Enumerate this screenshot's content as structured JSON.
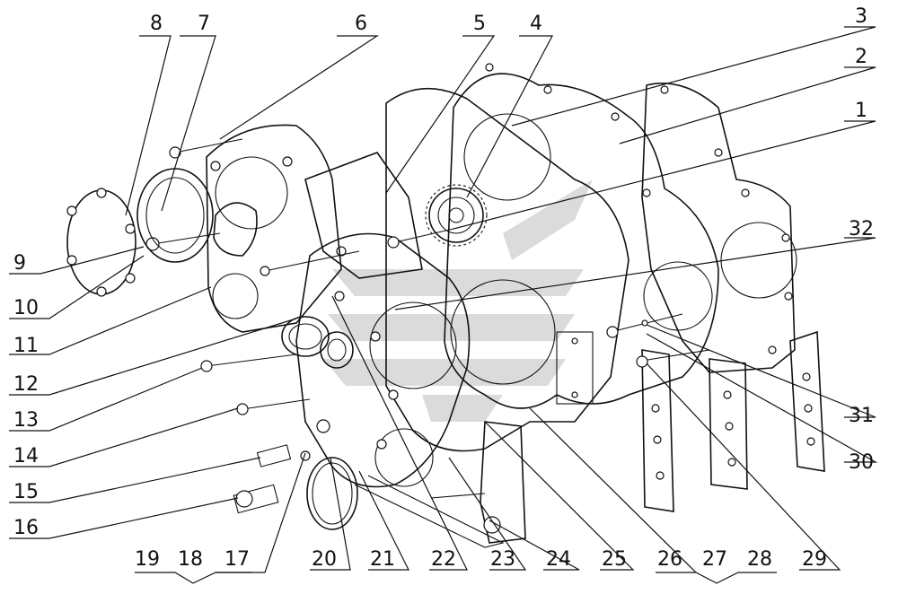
{
  "callouts": [
    {
      "id": "1",
      "text": "1"
    },
    {
      "id": "2",
      "text": "2"
    },
    {
      "id": "3",
      "text": "3"
    },
    {
      "id": "4",
      "text": "4"
    },
    {
      "id": "5",
      "text": "5"
    },
    {
      "id": "6",
      "text": "6"
    },
    {
      "id": "7",
      "text": "7"
    },
    {
      "id": "8",
      "text": "8"
    },
    {
      "id": "9",
      "text": "9"
    },
    {
      "id": "10",
      "text": "10"
    },
    {
      "id": "11",
      "text": "11"
    },
    {
      "id": "12",
      "text": "12"
    },
    {
      "id": "13",
      "text": "13"
    },
    {
      "id": "14",
      "text": "14"
    },
    {
      "id": "15",
      "text": "15"
    },
    {
      "id": "16",
      "text": "16"
    },
    {
      "id": "17",
      "text": "17"
    },
    {
      "id": "18",
      "text": "18"
    },
    {
      "id": "19",
      "text": "19"
    },
    {
      "id": "20",
      "text": "20"
    },
    {
      "id": "21",
      "text": "21"
    },
    {
      "id": "22",
      "text": "22"
    },
    {
      "id": "23",
      "text": "23"
    },
    {
      "id": "24",
      "text": "24"
    },
    {
      "id": "25",
      "text": "25"
    },
    {
      "id": "26",
      "text": "26"
    },
    {
      "id": "27",
      "text": "27"
    },
    {
      "id": "28",
      "text": "28"
    },
    {
      "id": "29",
      "text": "29"
    },
    {
      "id": "30",
      "text": "30"
    },
    {
      "id": "31",
      "text": "31"
    },
    {
      "id": "32",
      "text": "32"
    }
  ],
  "colors": {
    "line": "#111111",
    "watermark": "#bdbdbd",
    "background": "#ffffff"
  }
}
